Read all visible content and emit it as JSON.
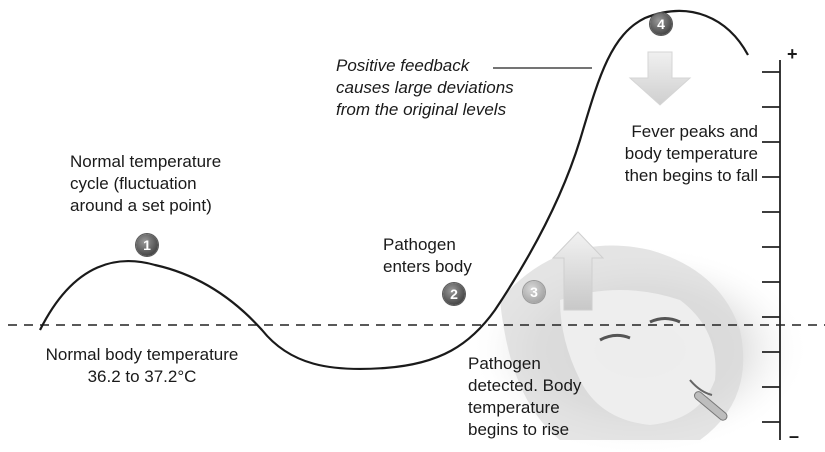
{
  "labels": {
    "positive_feedback": "Positive feedback\ncauses large deviations\nfrom the original levels",
    "normal_cycle": "Normal temperature\ncycle (fluctuation\naround a set point)",
    "pathogen_enters": "Pathogen\nenters body",
    "fever_peaks": "Fever peaks and\nbody temperature\nthen begins to fall",
    "normal_body_temp": "Normal body temperature\n36.2 to 37.2°C",
    "pathogen_detected": "Pathogen\ndetected. Body\ntemperature\nbegins to rise"
  },
  "markers": [
    "1",
    "2",
    "3",
    "4"
  ],
  "scale": {
    "plus": "+",
    "minus": "–"
  },
  "colors": {
    "curve": "#1a1a1a",
    "arrow_fill": "#e6e6e6",
    "marker_dark": "#4a4a4a"
  }
}
